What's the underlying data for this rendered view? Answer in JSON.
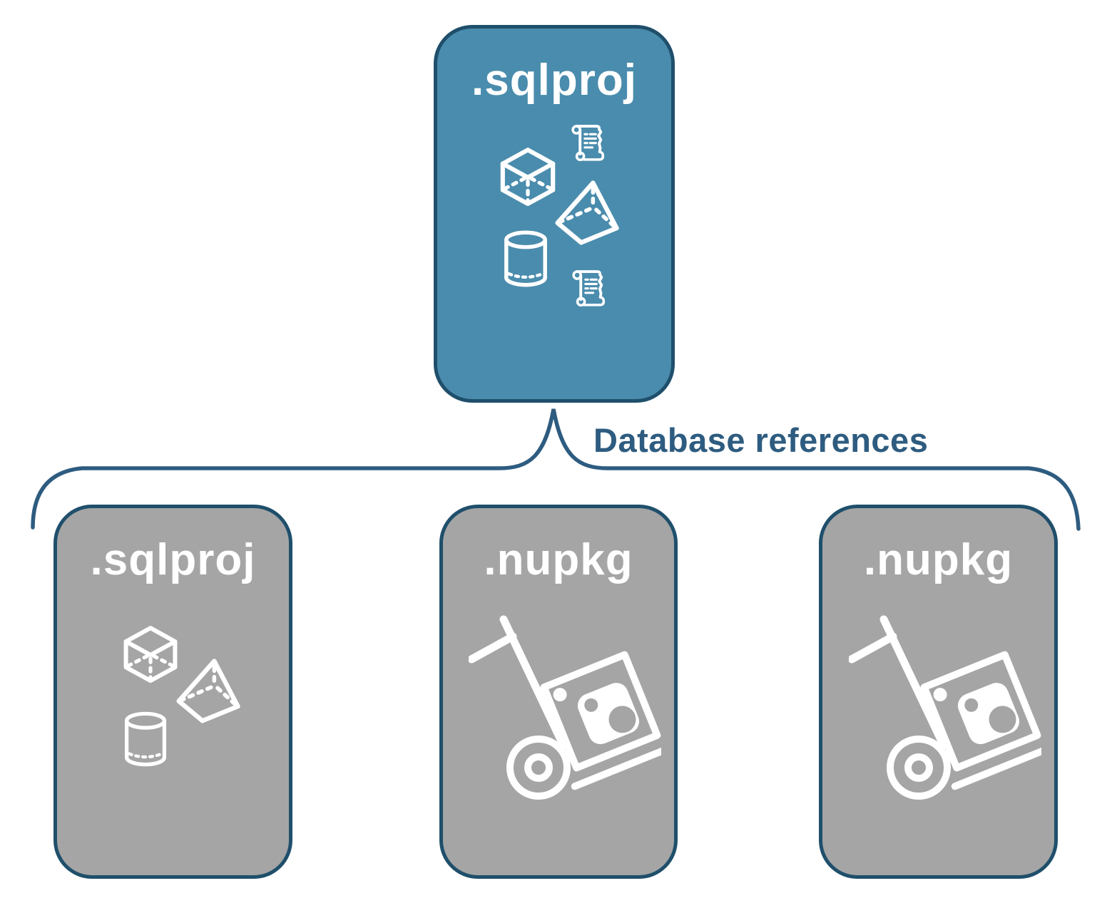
{
  "diagram": {
    "root": {
      "label": ".sqlproj",
      "icons": [
        "scroll-icon",
        "cube-icon",
        "pyramid-icon",
        "cylinder-icon",
        "scroll-icon"
      ]
    },
    "connector": {
      "label": "Database references"
    },
    "children": [
      {
        "label": ".sqlproj",
        "icons": [
          "cube-icon",
          "pyramid-icon",
          "cylinder-icon"
        ]
      },
      {
        "label": ".nupkg",
        "icons": [
          "nuget-package-cart-icon"
        ]
      },
      {
        "label": ".nupkg",
        "icons": [
          "nuget-package-cart-icon"
        ]
      }
    ]
  },
  "colors": {
    "node_primary": "#4A8CAD",
    "node_secondary": "#A5A5A5",
    "outline": "#1F4F6B",
    "accent": "#2E5C80",
    "icon": "#FFFFFF"
  }
}
